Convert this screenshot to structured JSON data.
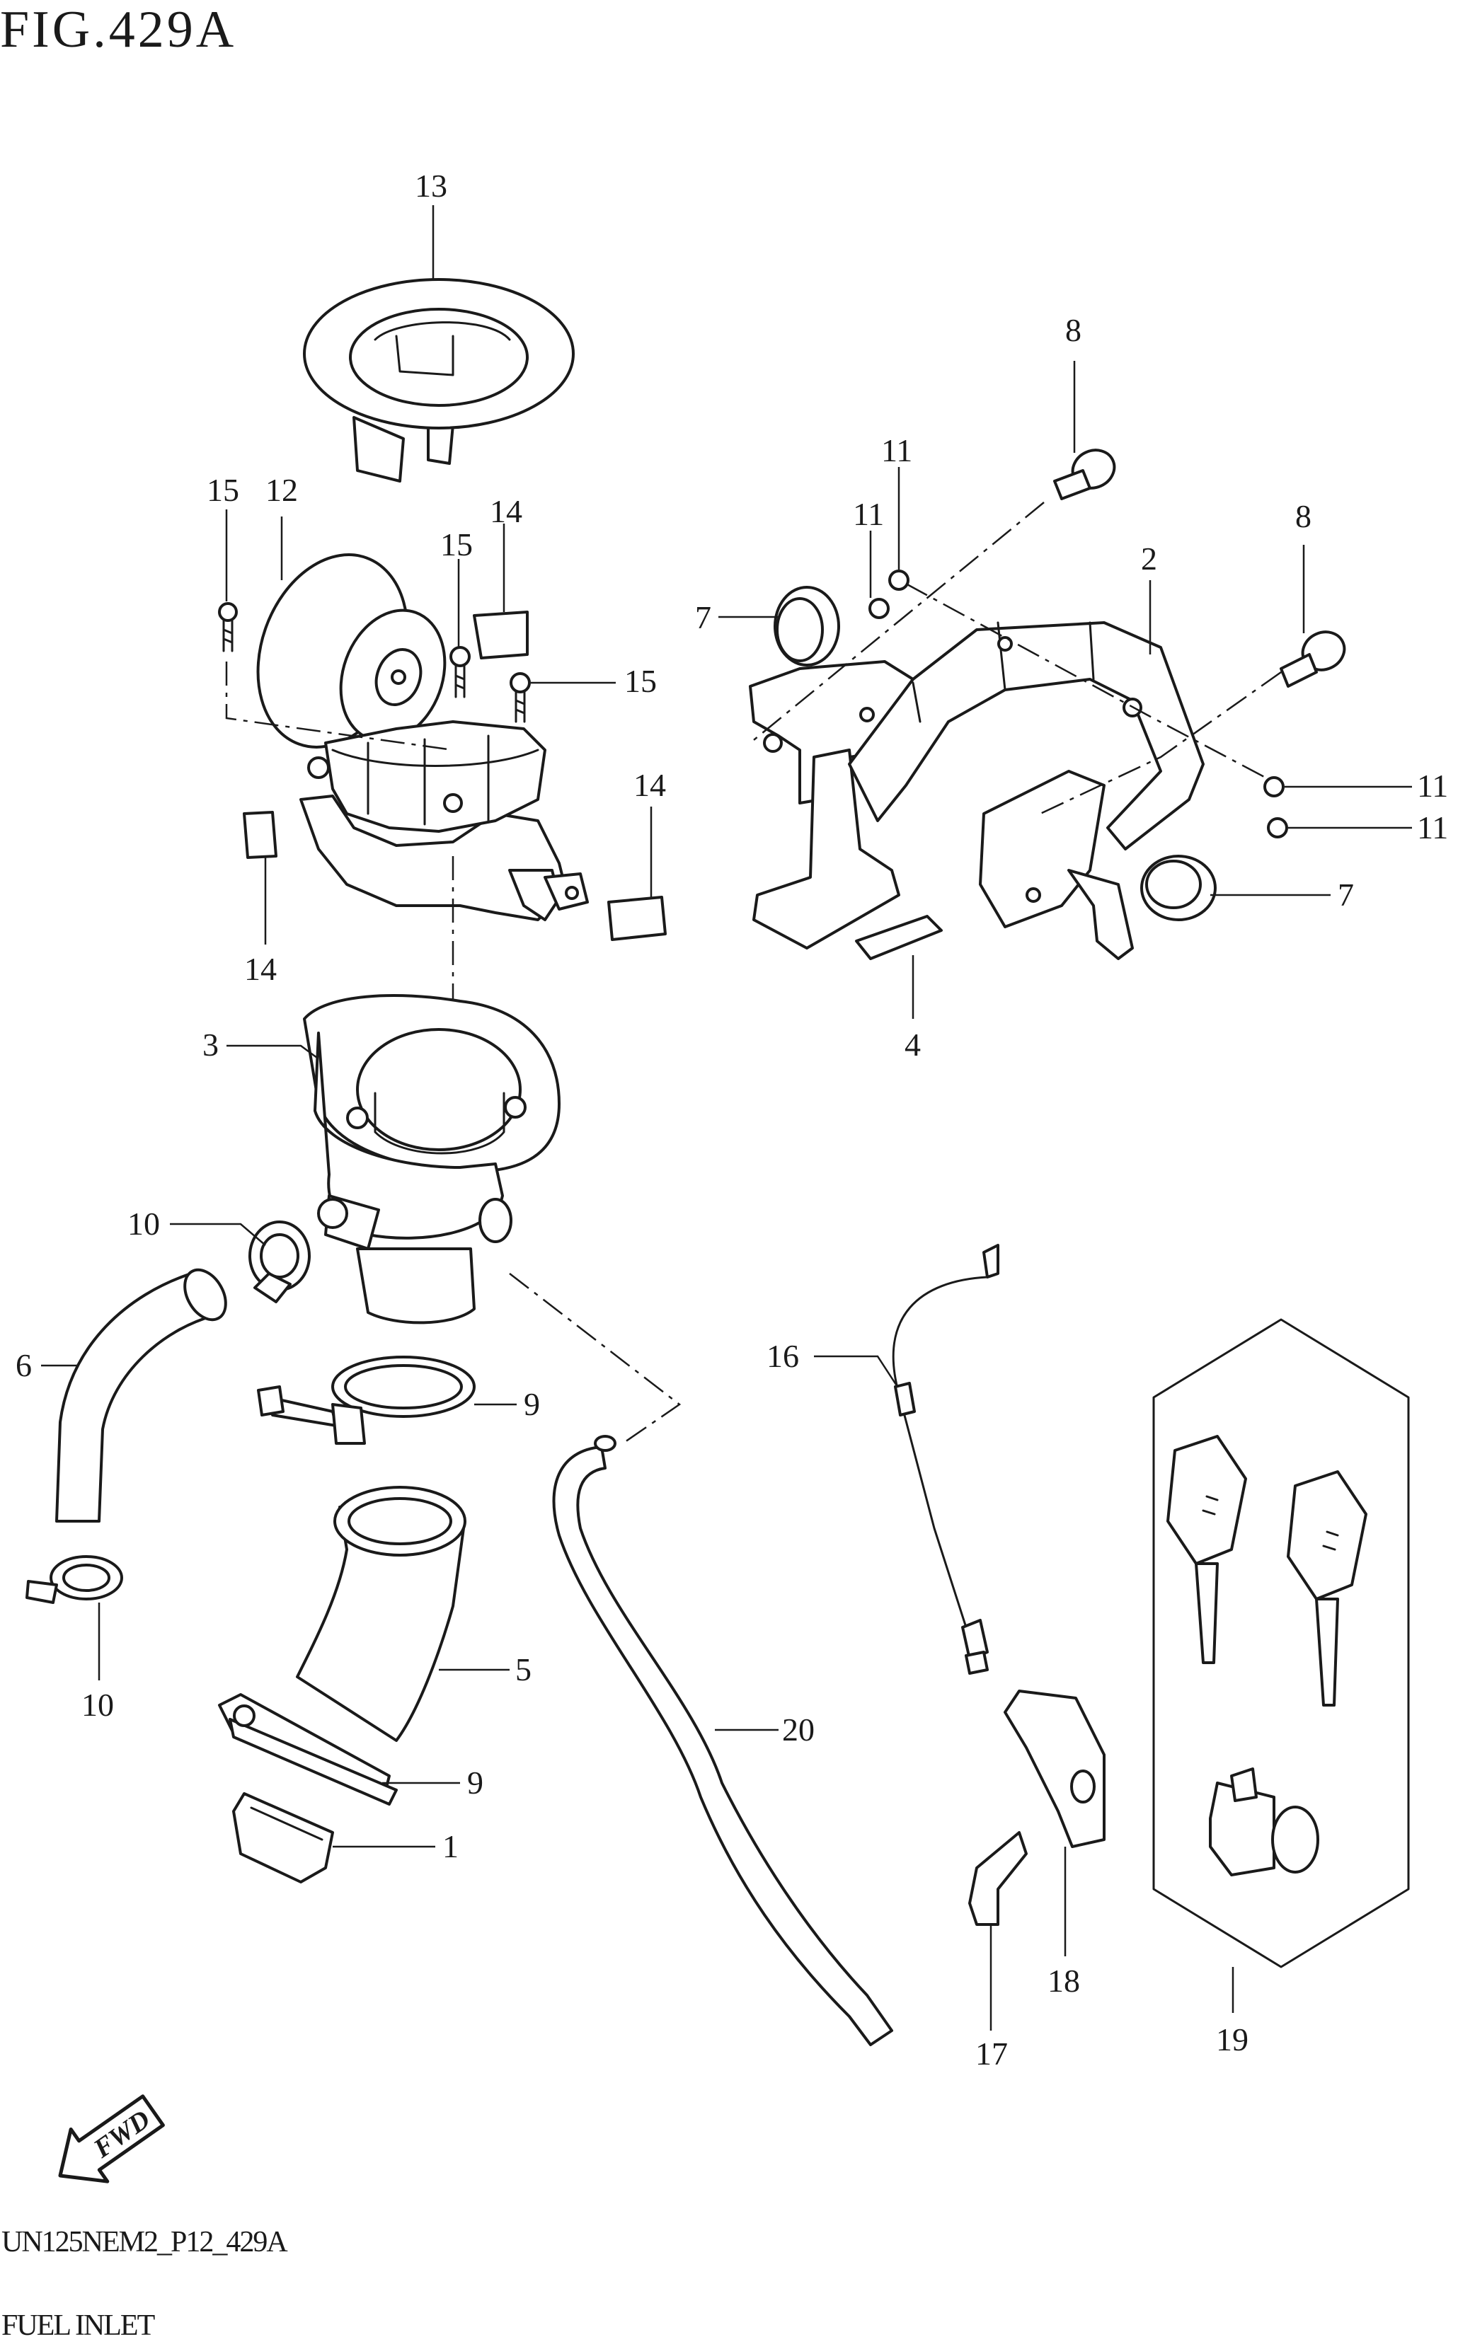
{
  "figure": {
    "title": "FIG.429A",
    "model_code": "UN125NEM2_P12_429A",
    "section_name": "FUEL INLET",
    "fwd_label": "FWD"
  },
  "callouts": [
    "13",
    "15",
    "12",
    "14",
    "15",
    "15",
    "14",
    "14",
    "3",
    "10",
    "6",
    "9",
    "5",
    "9",
    "1",
    "10",
    "8",
    "11",
    "11",
    "8",
    "2",
    "7",
    "11",
    "11",
    "7",
    "4",
    "16",
    "20",
    "18",
    "17",
    "19"
  ]
}
